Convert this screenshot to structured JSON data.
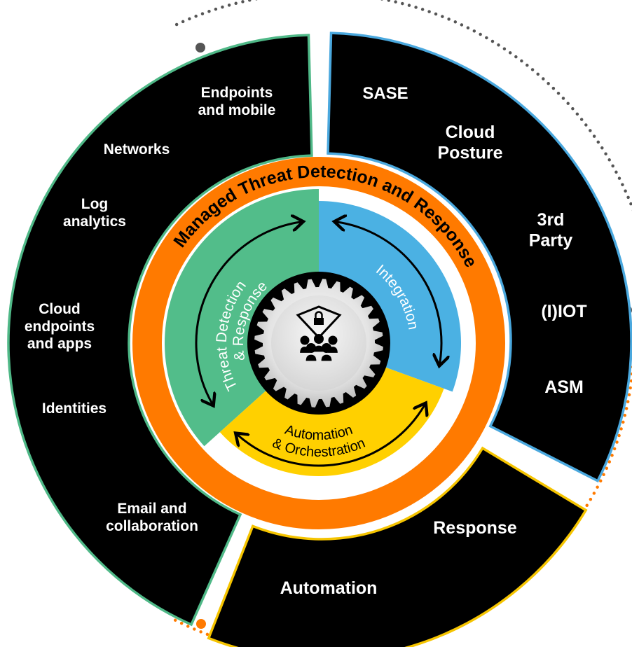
{
  "title_ring": {
    "label": "Managed Threat Detection and Response",
    "color": "#FF7A00"
  },
  "outer_segments": [
    {
      "id": "left",
      "border_color": "#4FB887",
      "labels": [
        [
          "Endpoints",
          "and mobile"
        ],
        [
          "Networks"
        ],
        [
          "Log",
          "analytics"
        ],
        [
          "Cloud",
          "endpoints",
          "and apps"
        ],
        [
          "Identities"
        ],
        [
          "Email and",
          "collaboration"
        ]
      ]
    },
    {
      "id": "right",
      "border_color": "#4AA8DE",
      "labels": [
        [
          "SASE"
        ],
        [
          "Cloud",
          "Posture"
        ],
        [
          "3rd",
          "Party"
        ],
        [
          "(I)IOT"
        ],
        [
          "ASM"
        ]
      ]
    },
    {
      "id": "bottom",
      "border_color": "#F5C400",
      "labels": [
        [
          "Response"
        ],
        [
          "Automation"
        ]
      ]
    }
  ],
  "inner_sectors": [
    {
      "id": "threat-detection",
      "lines": [
        "Threat Detection",
        "& Response"
      ],
      "color": "#52BD8A",
      "text_color": "#ffffff"
    },
    {
      "id": "integration",
      "lines": [
        "Integration"
      ],
      "color": "#4BB1E3",
      "text_color": "#ffffff"
    },
    {
      "id": "automation",
      "lines": [
        "Automation",
        "& Orchestration"
      ],
      "color": "#FFD000",
      "text_color": "#000000"
    }
  ],
  "center": {
    "icon": "gear-with-team-and-lock-icon"
  },
  "dotted_arcs": [
    {
      "id": "grey-arc",
      "color": "#555555"
    },
    {
      "id": "orange-arc",
      "color": "#FF7A00"
    }
  ]
}
